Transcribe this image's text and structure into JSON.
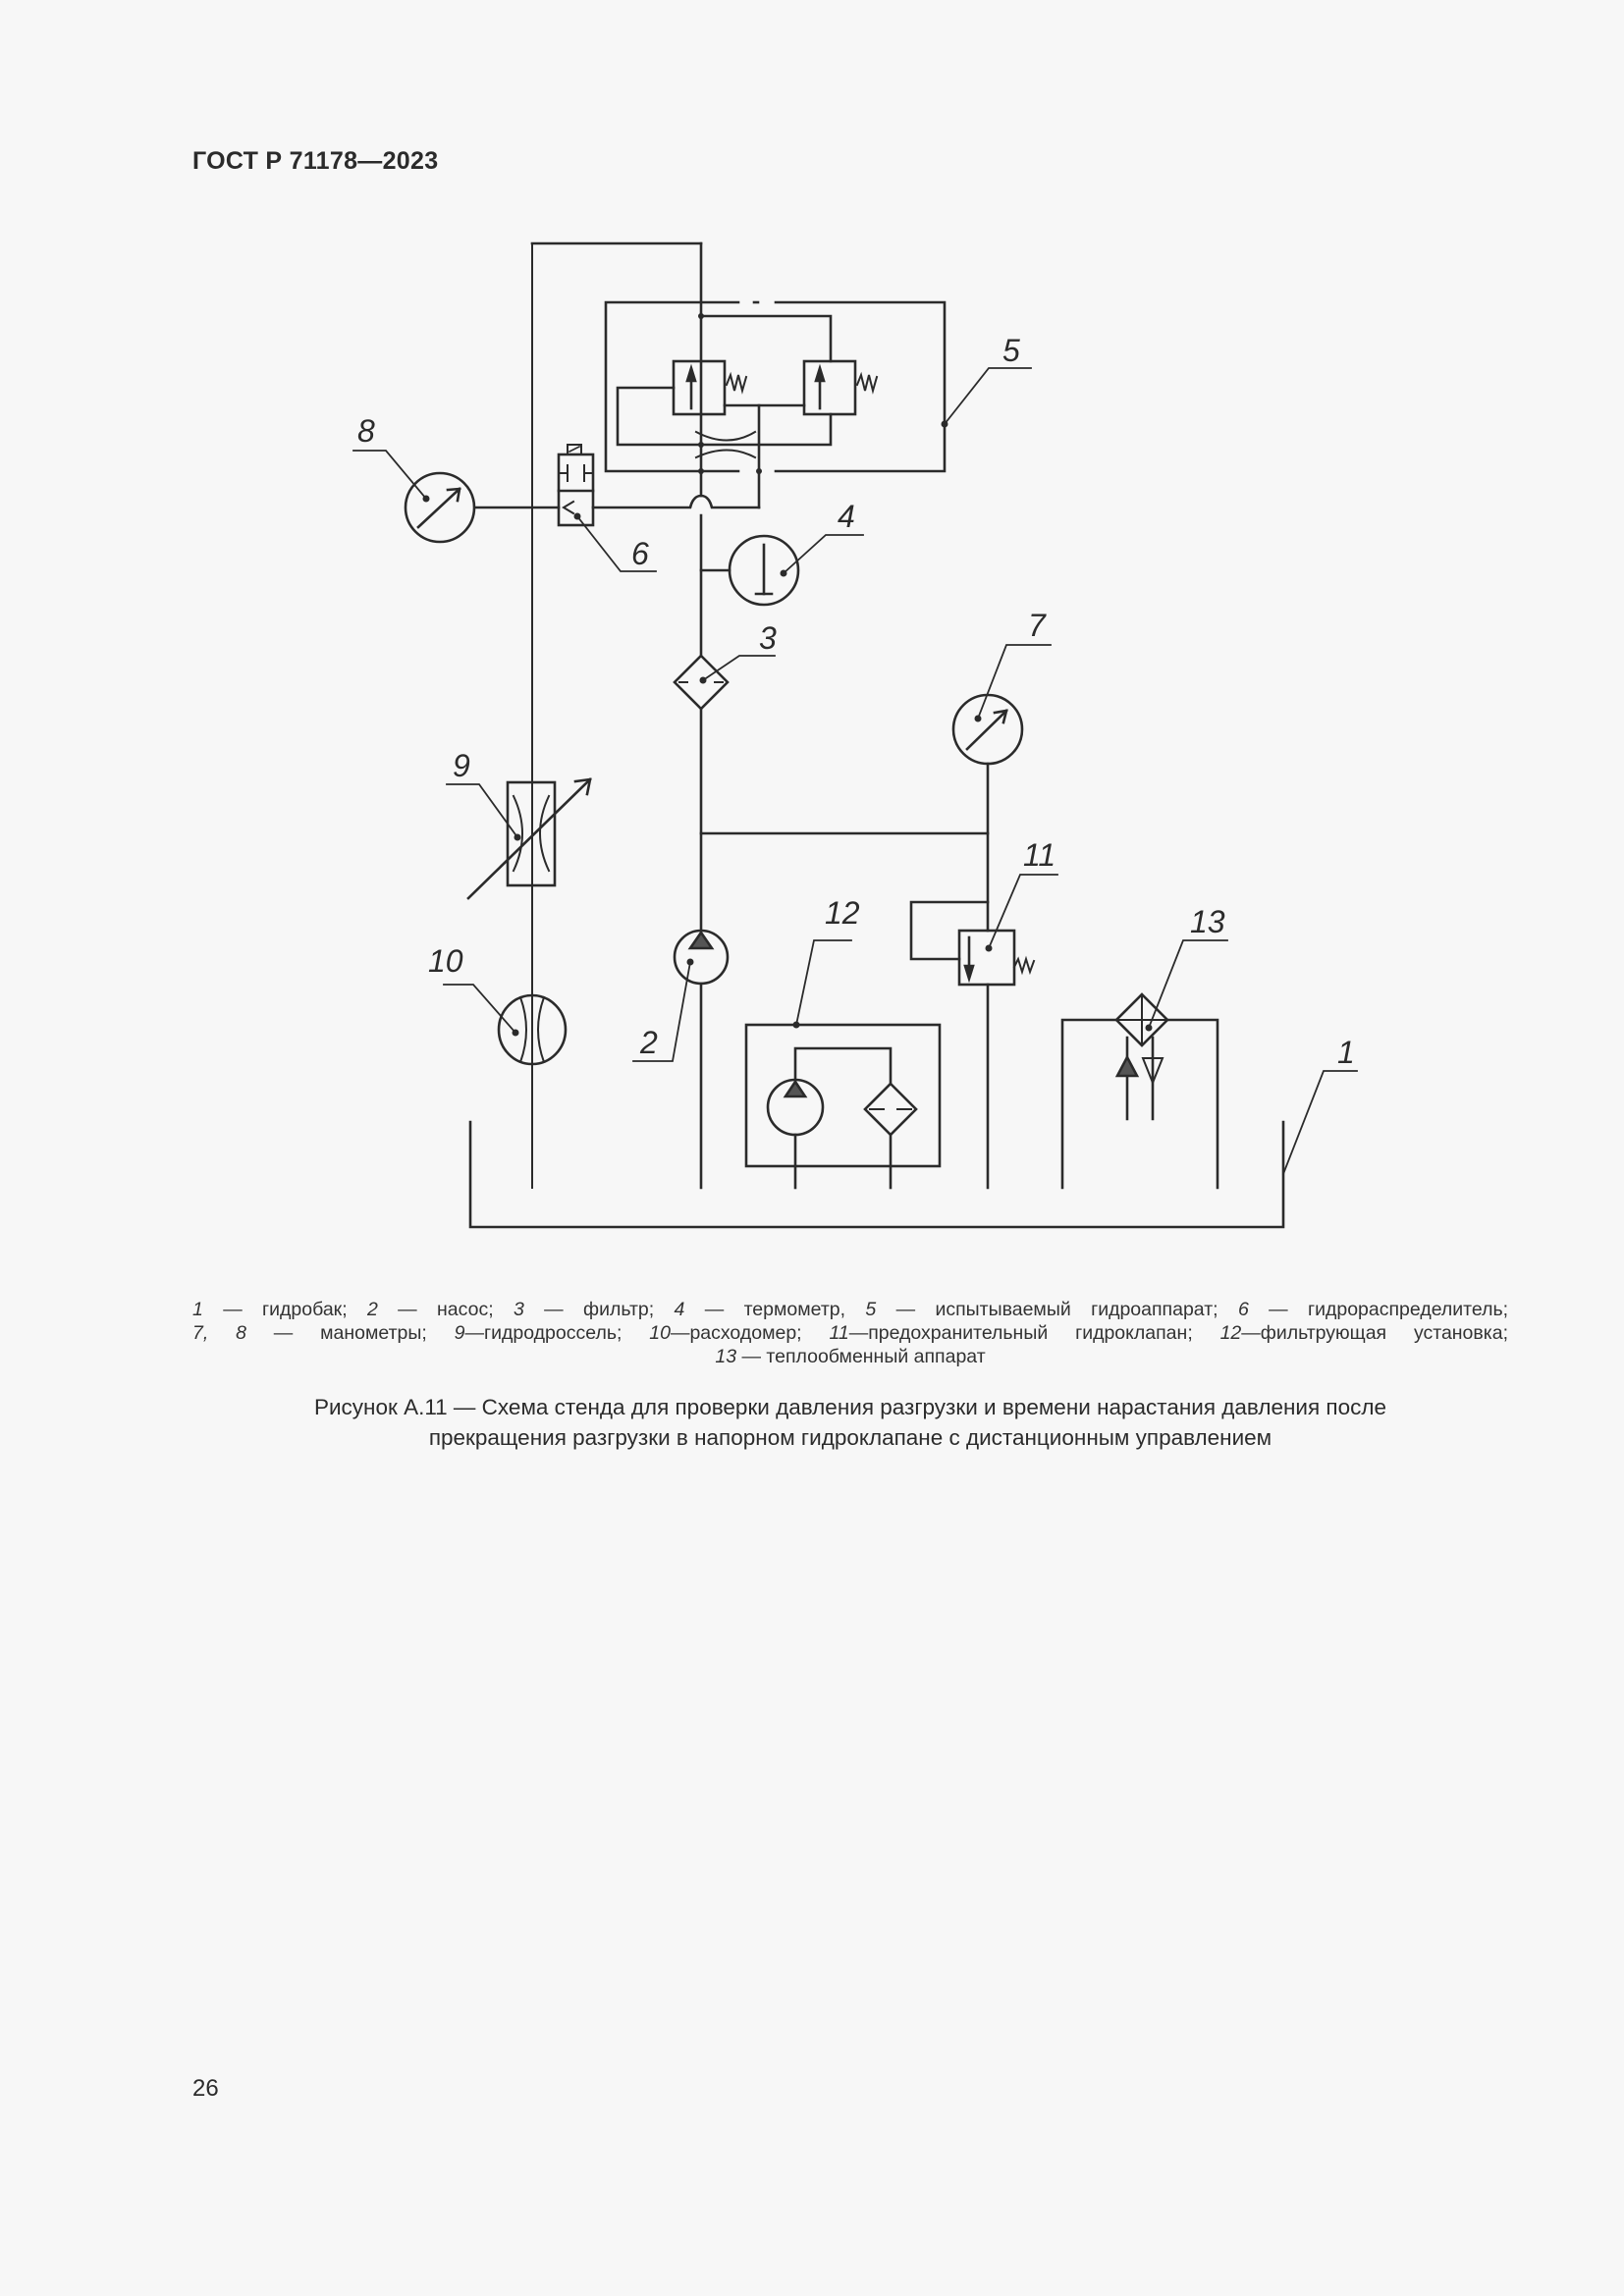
{
  "header": {
    "standard_id": "ГОСТ Р 71178—2023"
  },
  "diagram": {
    "callouts": [
      {
        "n": "1"
      },
      {
        "n": "2"
      },
      {
        "n": "3"
      },
      {
        "n": "4"
      },
      {
        "n": "5"
      },
      {
        "n": "6"
      },
      {
        "n": "7"
      },
      {
        "n": "8"
      },
      {
        "n": "9"
      },
      {
        "n": "10"
      },
      {
        "n": "11"
      },
      {
        "n": "12"
      },
      {
        "n": "13"
      }
    ]
  },
  "legend": {
    "items": [
      {
        "num": "1",
        "text": "гидробак"
      },
      {
        "num": "2",
        "text": "насос"
      },
      {
        "num": "3",
        "text": "фильтр"
      },
      {
        "num": "4",
        "text": "термометр"
      },
      {
        "num": "5",
        "text": "испытываемый гидроаппарат"
      },
      {
        "num": "6",
        "text": "гидрораспределитель"
      },
      {
        "num": "7, 8",
        "text": "манометры"
      },
      {
        "num": "9",
        "text": "гидродроссель"
      },
      {
        "num": "10",
        "text": "расходомер"
      },
      {
        "num": "11",
        "text": "предохранительный гидроклапан"
      },
      {
        "num": "12",
        "text": "фильтрующая установка"
      },
      {
        "num": "13",
        "text": "теплообменный аппарат"
      }
    ]
  },
  "caption": {
    "line1": "Рисунок А.11 — Схема стенда для проверки давления разгрузки и времени нарастания давления после",
    "line2": "прекращения разгрузки в напорном гидроклапане с дистанционным управлением"
  },
  "footer": {
    "page_number": "26"
  }
}
